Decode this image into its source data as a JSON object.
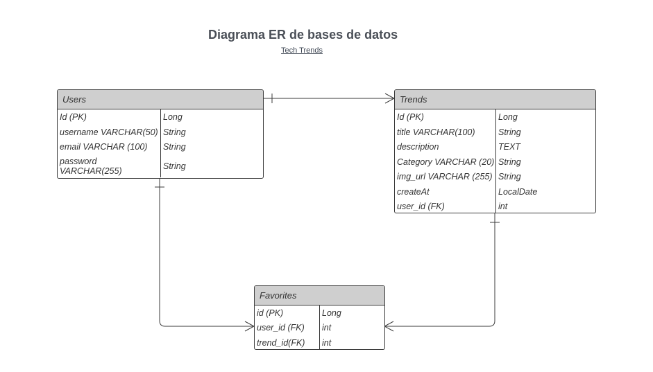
{
  "title": "Diagrama ER de bases de datos",
  "subtitle": "Tech Trends",
  "colors": {
    "header_bg": "#cfcfcf",
    "border": "#3a3a3a",
    "title": "#4a4f57"
  },
  "entities": {
    "users": {
      "name": "Users",
      "rows": [
        {
          "field": "Id (PK)",
          "type": "Long"
        },
        {
          "field": "username VARCHAR(50)",
          "type": "String"
        },
        {
          "field": "email VARCHAR (100)",
          "type": "String"
        },
        {
          "field": "password VARCHAR(255)",
          "type": "String"
        }
      ]
    },
    "trends": {
      "name": "Trends",
      "rows": [
        {
          "field": "Id (PK)",
          "type": "Long"
        },
        {
          "field": "title VARCHAR(100)",
          "type": "String"
        },
        {
          "field": "description",
          "type": "TEXT"
        },
        {
          "field": "Category VARCHAR (20)",
          "type": "String"
        },
        {
          "field": "img_url VARCHAR (255)",
          "type": "String"
        },
        {
          "field": "createAt",
          "type": "LocalDate"
        },
        {
          "field": "user_id (FK)",
          "type": "int"
        }
      ]
    },
    "favorites": {
      "name": "Favorites",
      "rows": [
        {
          "field": "id (PK)",
          "type": "Long"
        },
        {
          "field": "user_id (FK)",
          "type": "int"
        },
        {
          "field": "trend_id(FK)",
          "type": "int"
        }
      ]
    }
  },
  "relationships": [
    {
      "from": "Users",
      "to": "Trends",
      "from_cardinality": "one",
      "to_cardinality": "many"
    },
    {
      "from": "Users",
      "to": "Favorites",
      "from_cardinality": "one",
      "to_cardinality": "many"
    },
    {
      "from": "Trends",
      "to": "Favorites",
      "from_cardinality": "one",
      "to_cardinality": "many"
    }
  ]
}
